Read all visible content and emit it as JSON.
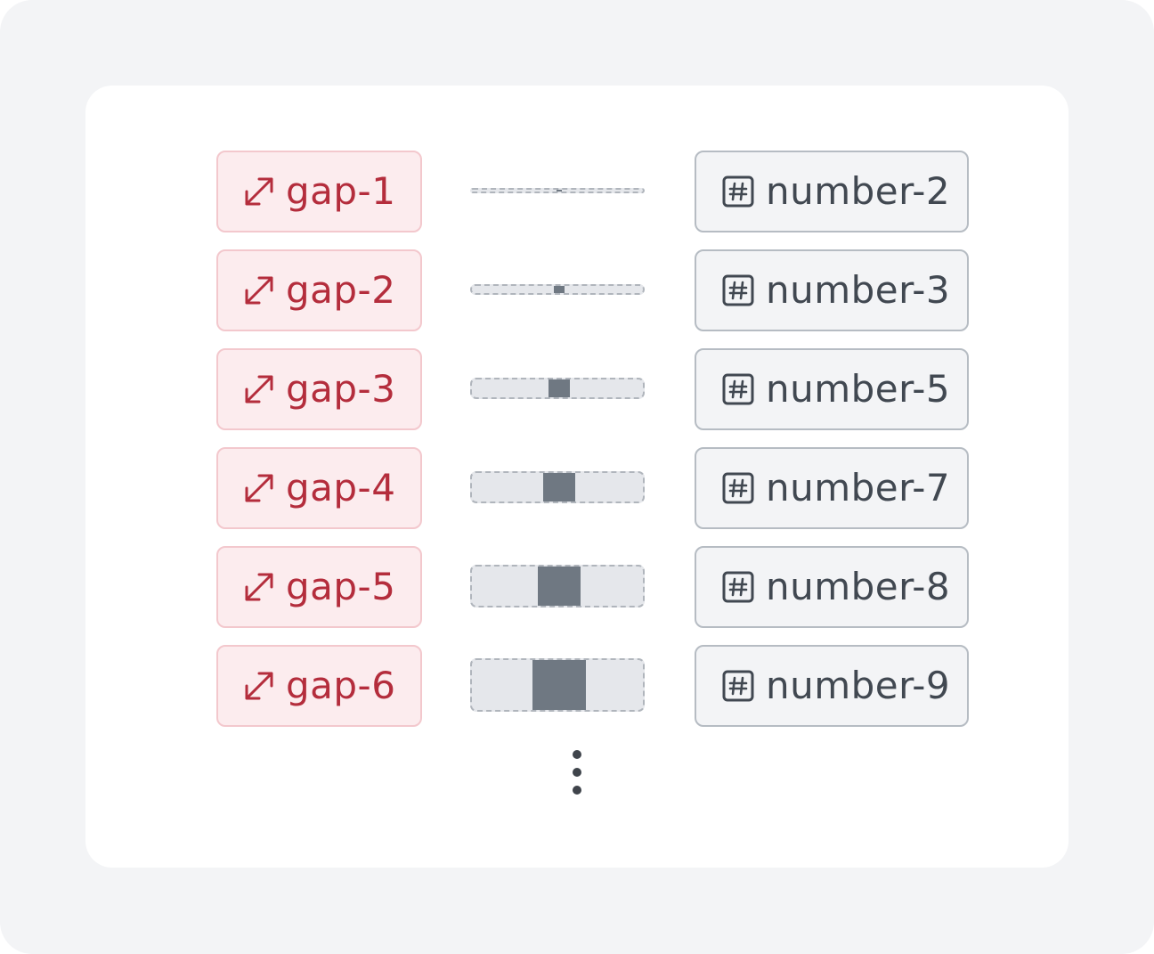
{
  "rows": [
    {
      "gap_label": "gap-1",
      "number_label": "number-2",
      "value": 2
    },
    {
      "gap_label": "gap-2",
      "number_label": "number-3",
      "value": 3
    },
    {
      "gap_label": "gap-3",
      "number_label": "number-5",
      "value": 5
    },
    {
      "gap_label": "gap-4",
      "number_label": "number-7",
      "value": 7
    },
    {
      "gap_label": "gap-5",
      "number_label": "number-8",
      "value": 8
    },
    {
      "gap_label": "gap-6",
      "number_label": "number-9",
      "value": 9
    }
  ],
  "icons": {
    "gap": "resize-diagonal-arrow-icon",
    "number": "hash-box-icon",
    "continuation": "vertical-ellipsis-icon"
  },
  "colors": {
    "gap_text": "#b42d3c",
    "gap_bg": "#fcecee",
    "gap_border": "#f3c8cd",
    "number_text": "#414851",
    "number_bg": "#f3f4f6",
    "number_border": "#b6bcc3",
    "bar_fill": "#6f7882",
    "bar_track": "#e5e7eb"
  }
}
